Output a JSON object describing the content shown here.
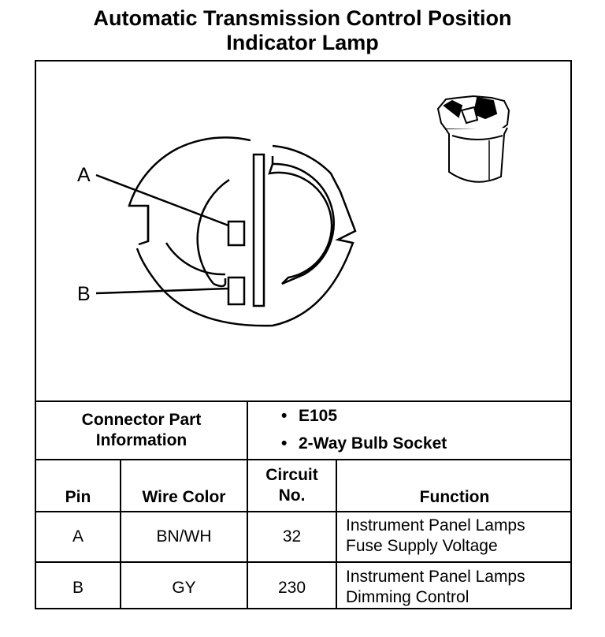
{
  "title_line1": "Automatic Transmission Control Position",
  "title_line2": "Indicator Lamp",
  "diagram": {
    "label_a": "A",
    "label_b": "B"
  },
  "connector": {
    "label_line1": "Connector Part",
    "label_line2": "Information",
    "items": [
      "E105",
      "2-Way Bulb Socket"
    ]
  },
  "table": {
    "headers": {
      "pin": "Pin",
      "wire_color": "Wire Color",
      "circuit_line1": "Circuit",
      "circuit_line2": "No.",
      "function": "Function"
    },
    "rows": [
      {
        "pin": "A",
        "wire_color": "BN/WH",
        "circuit": "32",
        "function_line1": "Instrument Panel Lamps",
        "function_line2": "Fuse Supply Voltage"
      },
      {
        "pin": "B",
        "wire_color": "GY",
        "circuit": "230",
        "function_line1": "Instrument Panel Lamps",
        "function_line2": "Dimming Control"
      }
    ]
  }
}
